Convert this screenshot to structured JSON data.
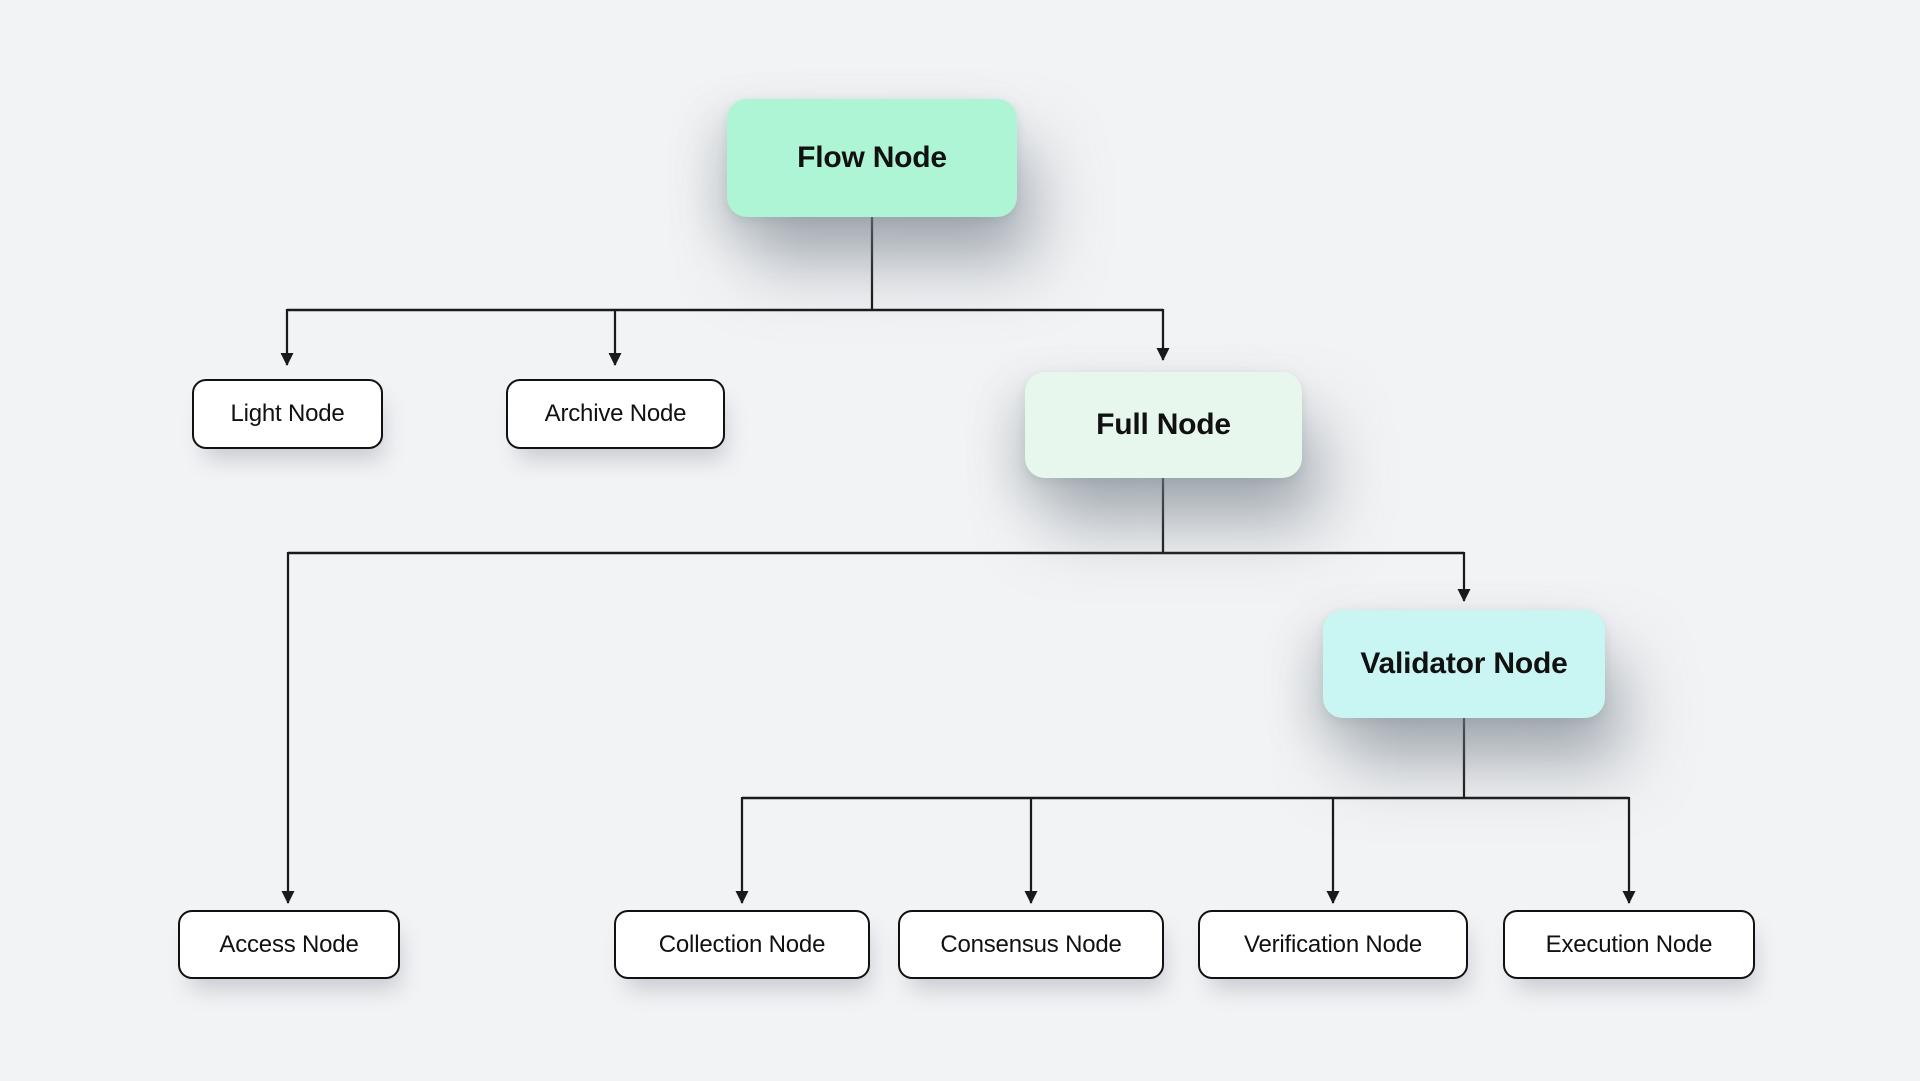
{
  "colors": {
    "background": "#f2f3f5",
    "line": "#1a1a1a",
    "text": "#111111",
    "border": "#111111",
    "node-white": "#ffffff",
    "node-green": "#adf5d4",
    "node-pale-green": "#e8f7ee",
    "node-cyan": "#c9f5f3"
  },
  "nodes": {
    "flow": {
      "label": "Flow Node"
    },
    "light": {
      "label": "Light Node"
    },
    "archive": {
      "label": "Archive Node"
    },
    "full": {
      "label": "Full Node"
    },
    "access": {
      "label": "Access Node"
    },
    "validator": {
      "label": "Validator Node"
    },
    "collection": {
      "label": "Collection Node"
    },
    "consensus": {
      "label": "Consensus Node"
    },
    "verification": {
      "label": "Verification Node"
    },
    "execution": {
      "label": "Execution Node"
    }
  },
  "edges": [
    {
      "from": "Flow Node",
      "to": "Light Node"
    },
    {
      "from": "Flow Node",
      "to": "Archive Node"
    },
    {
      "from": "Flow Node",
      "to": "Full Node"
    },
    {
      "from": "Full Node",
      "to": "Access Node"
    },
    {
      "from": "Full Node",
      "to": "Validator Node"
    },
    {
      "from": "Validator Node",
      "to": "Collection Node"
    },
    {
      "from": "Validator Node",
      "to": "Consensus Node"
    },
    {
      "from": "Validator Node",
      "to": "Verification Node"
    },
    {
      "from": "Validator Node",
      "to": "Execution Node"
    }
  ]
}
